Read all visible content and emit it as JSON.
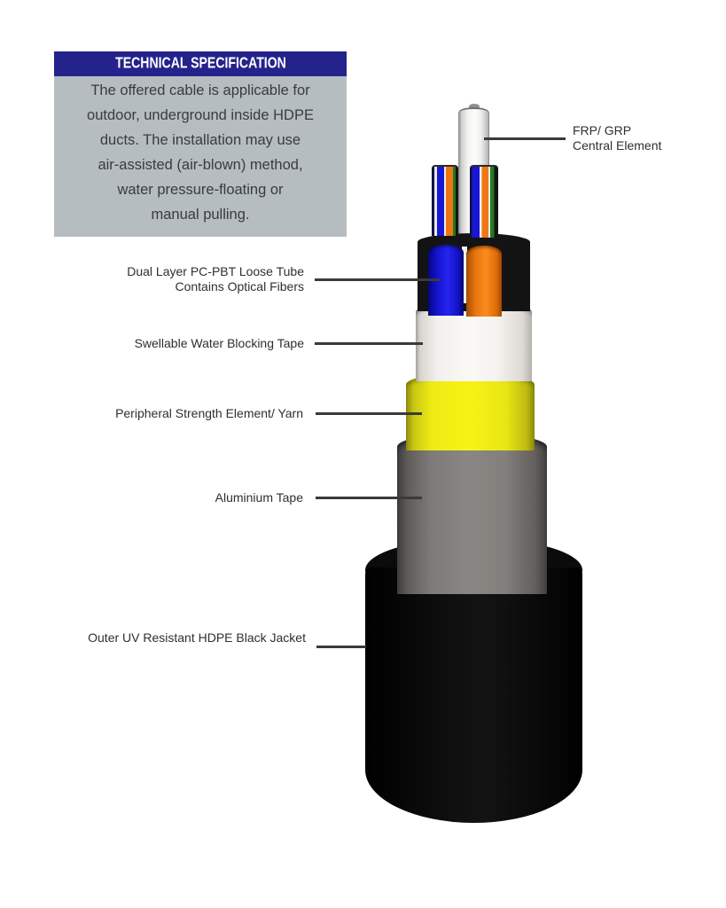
{
  "spec_box": {
    "header": "TECHNICAL SPECIFICATION",
    "body_lines": [
      "The offered cable is applicable for",
      "outdoor, underground inside HDPE",
      "ducts. The installation may use",
      "air-assisted (air-blown) method,",
      "water pressure-floating or",
      "manual pulling."
    ]
  },
  "labels": {
    "frp_line1": "FRP/ GRP",
    "frp_line2": "Central Element",
    "loose_tube_line1": "Dual Layer PC-PBT Loose Tube",
    "loose_tube_line2": "Contains Optical Fibers",
    "water_tape": "Swellable Water Blocking Tape",
    "strength": "Peripheral Strength Element/ Yarn",
    "aluminium": "Aluminium Tape",
    "jacket": "Outer UV Resistant HDPE Black Jacket"
  },
  "colors": {
    "header_bg": "#23238b",
    "header_text": "#ffffff",
    "spec_box_bg": "#b5bdc1",
    "spec_text": "#3b3b3b",
    "label_text": "#2f2f2f",
    "pointer_line": "#3a3a3a",
    "central_element_white": "#f4f4f2",
    "loose_tube_blue": "#1d1de0",
    "loose_tube_orange": "#f0790f",
    "optical_fiber_green": "#1f7a1f",
    "water_blocking_tape_white": "#f4f2ee",
    "strength_yarn_yellow": "#efec15",
    "aluminium_tape_gray": "#868380",
    "outer_jacket_black": "#0a0a0a"
  }
}
